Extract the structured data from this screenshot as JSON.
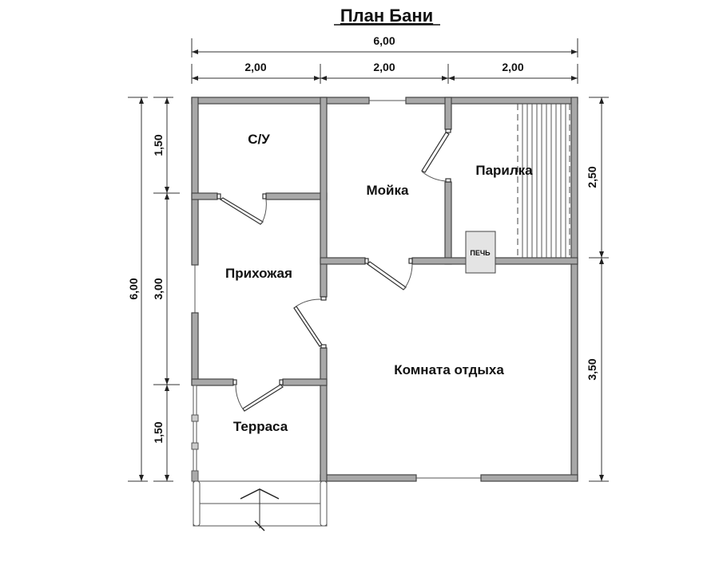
{
  "title": "План Бани",
  "colors": {
    "wall_fill": "#a8a8a8",
    "wall_stroke": "#444444",
    "line": "#333333",
    "background": "#ffffff"
  },
  "dimensions": {
    "top_total": "6,00",
    "top_segments": [
      "2,00",
      "2,00",
      "2,00"
    ],
    "left_total": "6,00",
    "left_segments": [
      "1,50",
      "3,00",
      "1,50"
    ],
    "right_segments": [
      "2,50",
      "3,50"
    ]
  },
  "rooms": {
    "wc": "С/У",
    "washroom": "Мойка",
    "steam_room": "Парилка",
    "hallway": "Прихожая",
    "rest_room": "Комната отдыха",
    "terrace": "Терраса"
  },
  "stove_label": "ПЕЧЬ"
}
